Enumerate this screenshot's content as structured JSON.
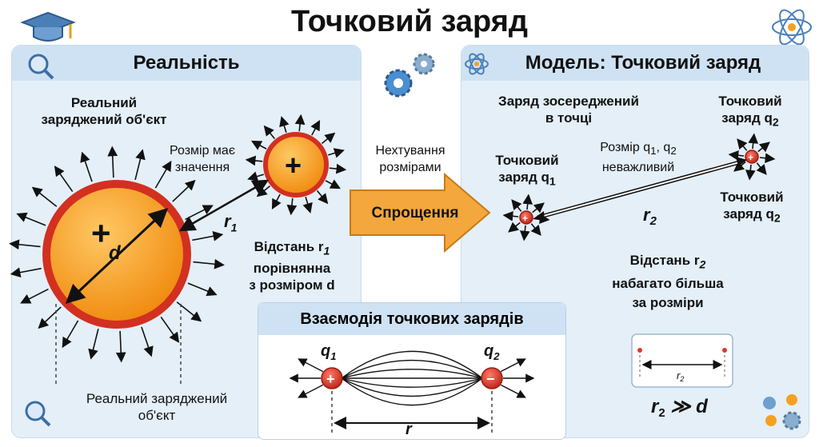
{
  "title": "Точковий заряд",
  "left_panel": {
    "heading": "Реальність",
    "label_top": [
      "Реальний",
      "заряджений об'єкт"
    ],
    "size_matters": [
      "Розмір має",
      "значення"
    ],
    "big_sign": "+",
    "small_sign": "+",
    "d_label": "d",
    "r1_label": "r",
    "r1_sub": "1",
    "distance_label": [
      "Відстань r",
      "порівнянна",
      "з розміром d"
    ],
    "label_bottom": [
      "Реальний заряджений",
      "об'єкт"
    ]
  },
  "middle": {
    "neglect": [
      "Нехтування",
      "розмірами"
    ],
    "arrow_label": "Спрощення"
  },
  "right_panel": {
    "heading": "Модель: Точковий заряд",
    "concentrated": [
      "Заряд зосереджений",
      "в точці"
    ],
    "q1_label": [
      "Точковий",
      "заряд q"
    ],
    "q2_top_label": [
      "Точковий",
      "заряд q"
    ],
    "q2_bottom_label": [
      "Точковий",
      "заряд q"
    ],
    "size_irrelevant": [
      "Розмір q",
      ", q",
      "неважливий"
    ],
    "r2_label": "r",
    "r2_sub": "2",
    "distance_note": [
      "Відстань r",
      "набагато більша",
      "за розміри"
    ],
    "inset_r2": "r",
    "relation": "r",
    "relation_rest": " ≫ d"
  },
  "interaction": {
    "heading": "Взаємодія точкових зарядів",
    "q1": "q",
    "q2": "q",
    "plus": "+",
    "minus": "−",
    "r": "r"
  },
  "colors": {
    "accent_blue": "#cfe2f3",
    "charge_orange": "#f5a020",
    "charge_red": "#d93a2b",
    "arrow_orange": "#f3a73c"
  }
}
